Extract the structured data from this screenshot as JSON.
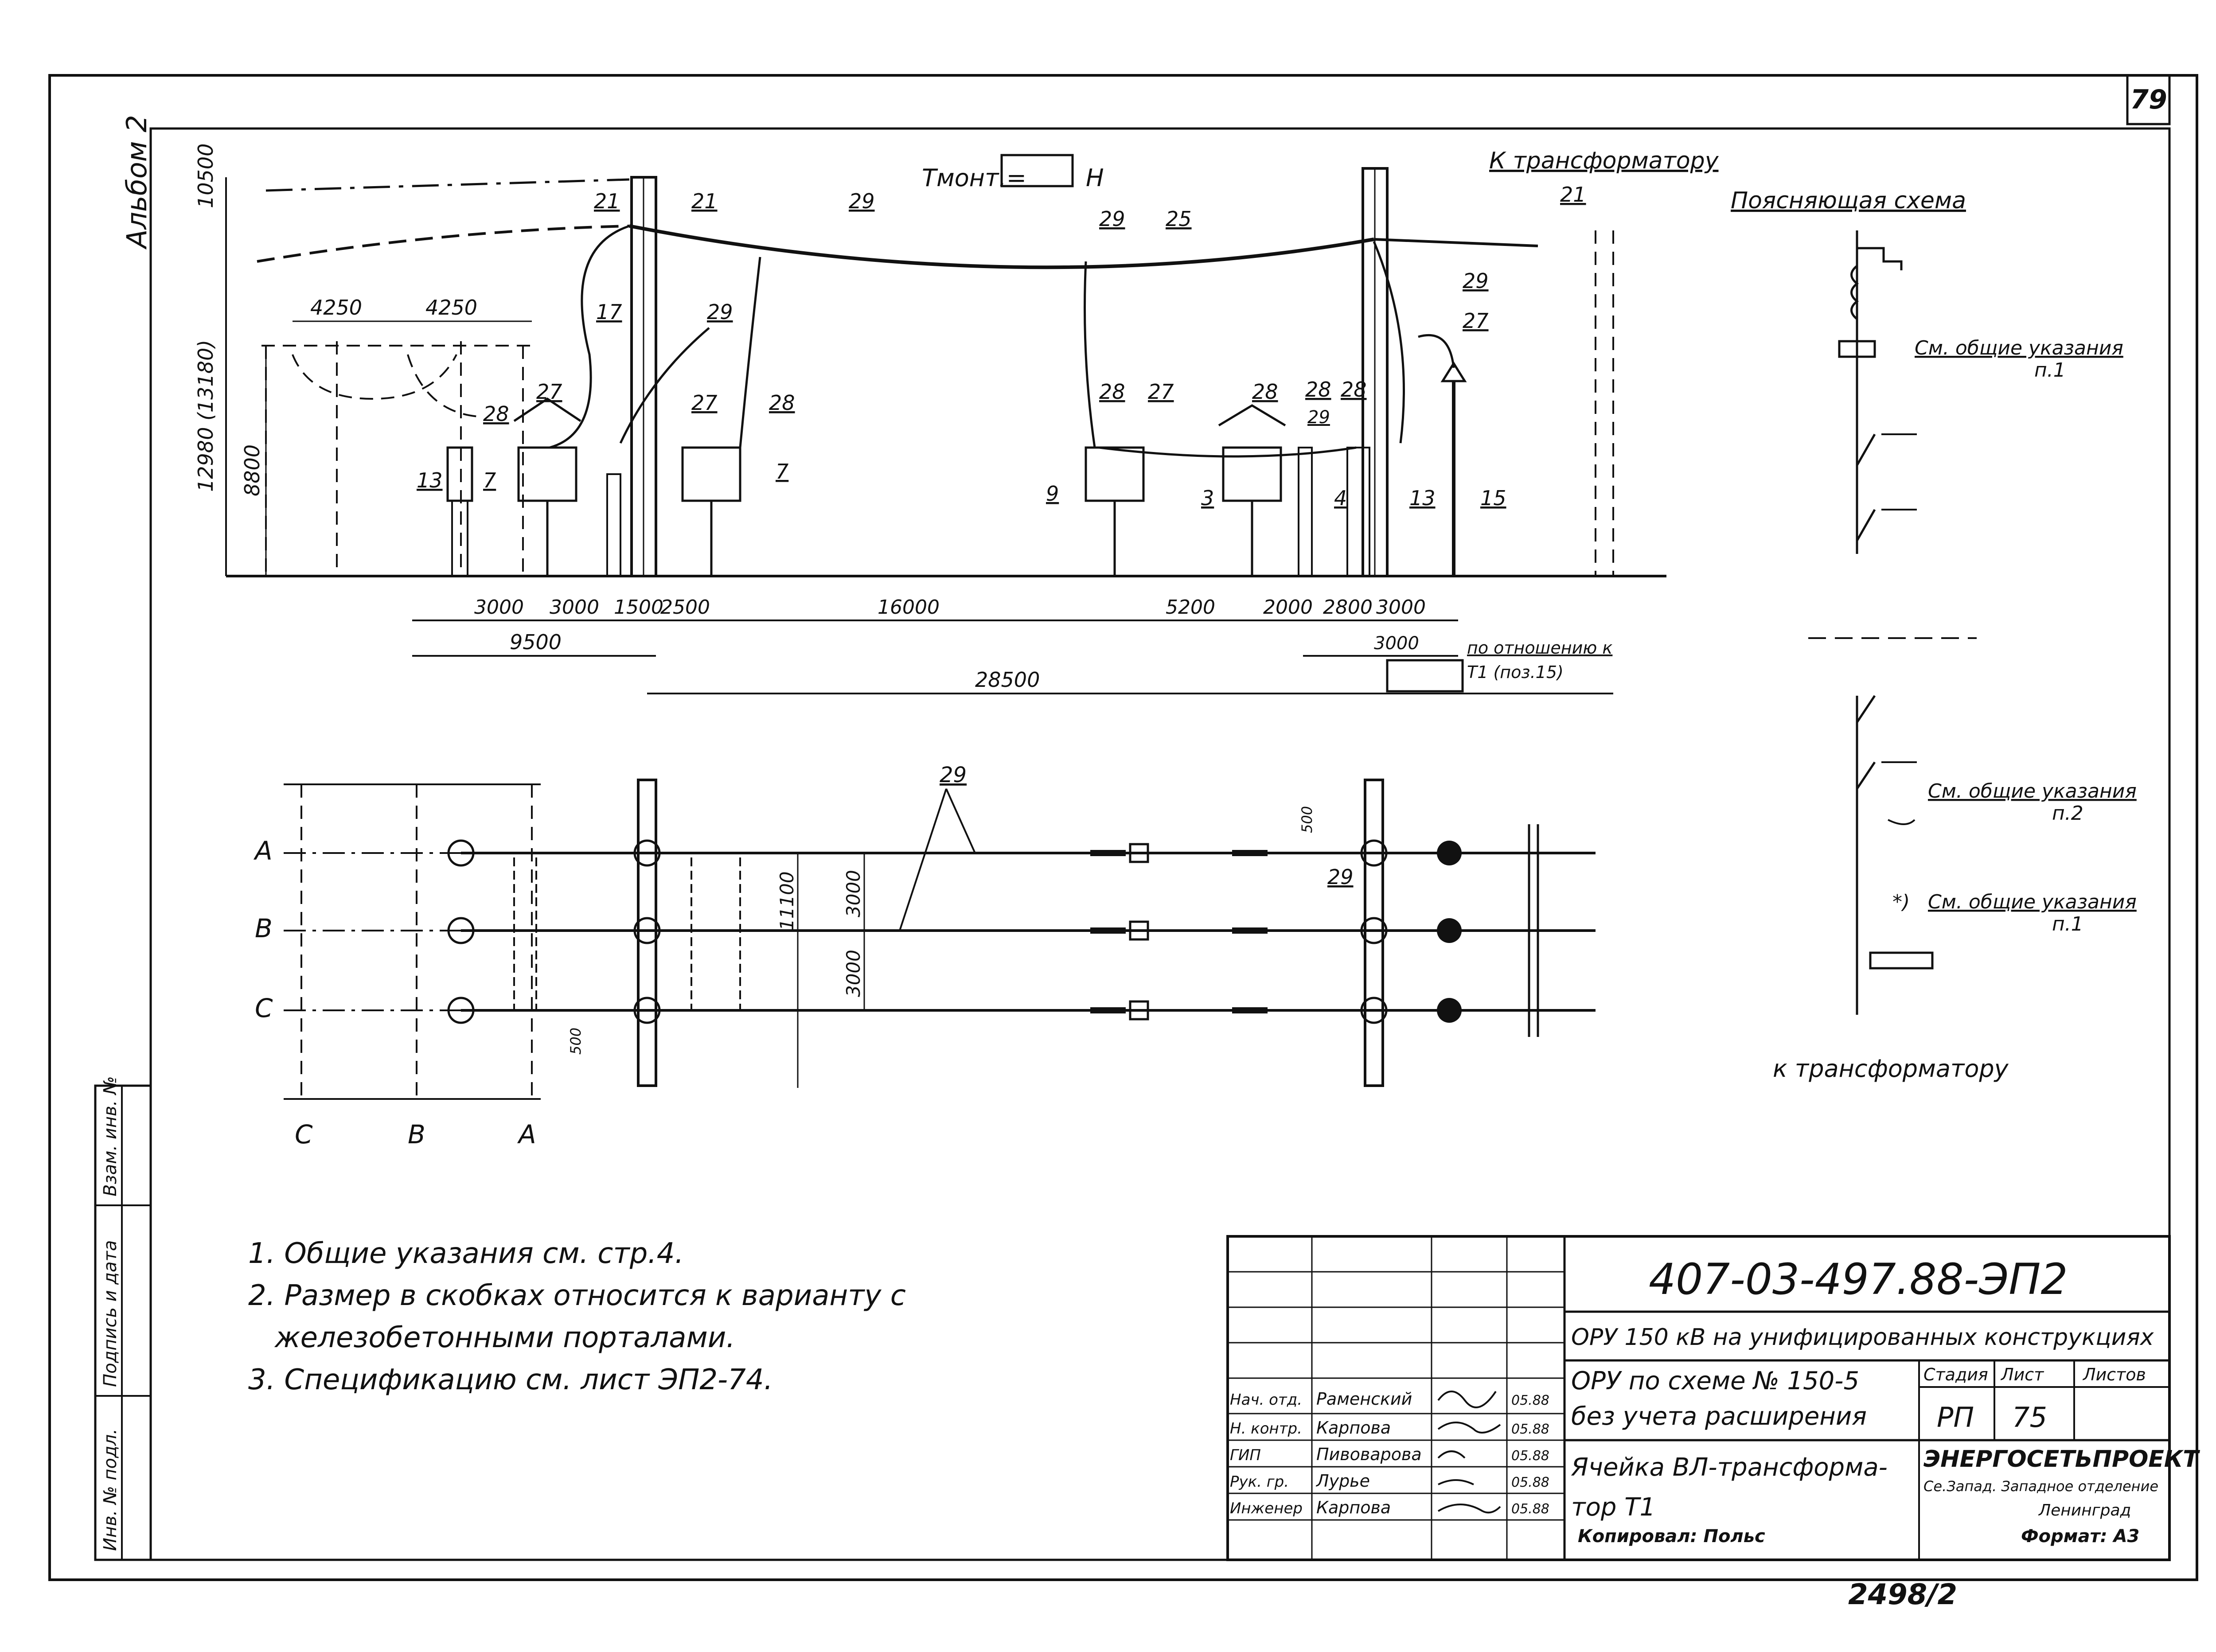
{
  "sheet_number": "79",
  "album_label": "Альбом 2",
  "elevation": {
    "dim_top": "10500",
    "dim_height": "12980 (13180)",
    "dim_lower": "8800",
    "dim_4250_a": "4250",
    "dim_4250_b": "4250",
    "tension_label": "Тмонт.=",
    "tension_unit": "Н",
    "to_transformer_top": "К трансформатору",
    "dims_row1": [
      "3000",
      "3000",
      "1500",
      "2500",
      "16000",
      "5200",
      "2000",
      "2800",
      "3000"
    ],
    "dim_9500": "9500",
    "dim_28500": "28500",
    "dim_3000_right": "3000",
    "note_transformer": "по отношению к",
    "note_transformer_2": "Т1 (поз.15)",
    "callouts": [
      "21",
      "21",
      "29",
      "29",
      "25",
      "21",
      "29",
      "27",
      "17",
      "29",
      "27",
      "28",
      "27",
      "28",
      "13",
      "7",
      "7",
      "28",
      "27",
      "28",
      "28",
      "28",
      "29",
      "9",
      "3",
      "4",
      "13",
      "15"
    ]
  },
  "plan": {
    "phases": [
      "A",
      "B",
      "C"
    ],
    "bottom_labels": [
      "С",
      "В",
      "А"
    ],
    "callout_29_a": "29",
    "callout_29_b": "29",
    "dim_11100": "11100",
    "dim_3000_a": "3000",
    "dim_3000_b": "3000",
    "dim_500_a": "500",
    "dim_500_b": "500"
  },
  "explanatory": {
    "title": "Поясняющая схема",
    "ref1": "См. общие указания",
    "ref1_p": "п.1",
    "ref2": "См. общие указания",
    "ref2_p": "п.2",
    "ref3": "См. общие указания",
    "ref3_p": "п.1",
    "mark_star": "*)",
    "to_transformer": "к трансформатору"
  },
  "notes": [
    "1. Общие указания см. стр.4.",
    "2. Размер в скобках относится к варианту с",
    "железобетонными порталами.",
    "3. Спецификацию см. лист ЭП2-74."
  ],
  "left_stamp": [
    "Инв. № подл.",
    "Подпись и дата",
    "Взам. инв. №"
  ],
  "title_block": {
    "code": "407-03-497.88-ЭП2",
    "project": "ОРУ 150 кВ на унифицированных конструкциях",
    "scheme_line1": "ОРУ по схеме № 150-5",
    "scheme_line2": "без учета расширения",
    "cell_line1": "Ячейка ВЛ-трансформа-",
    "cell_line2": "тор Т1",
    "stage_hdr": "Стадия",
    "sheet_hdr": "Лист",
    "sheets_hdr": "Листов",
    "stage": "РП",
    "sheet": "75",
    "org1": "ЭНЕРГОСЕТЬПРОЕКТ",
    "org2": "Се.Запад. Западное отделение",
    "org3": "Ленинград",
    "roles": [
      "Нач. отд.",
      "Н. контр.",
      "ГИП",
      "Рук. гр.",
      "Инженер"
    ],
    "names": [
      "Раменский",
      "Карпова",
      "Пивоварова",
      "Лурье",
      "Карпова"
    ],
    "dates": [
      "05.88",
      "05.88",
      "05.88",
      "05.88",
      "05.88"
    ],
    "copied": "Копировал: Польс",
    "format": "Формат: А3"
  },
  "bottom_code": "2498/2"
}
